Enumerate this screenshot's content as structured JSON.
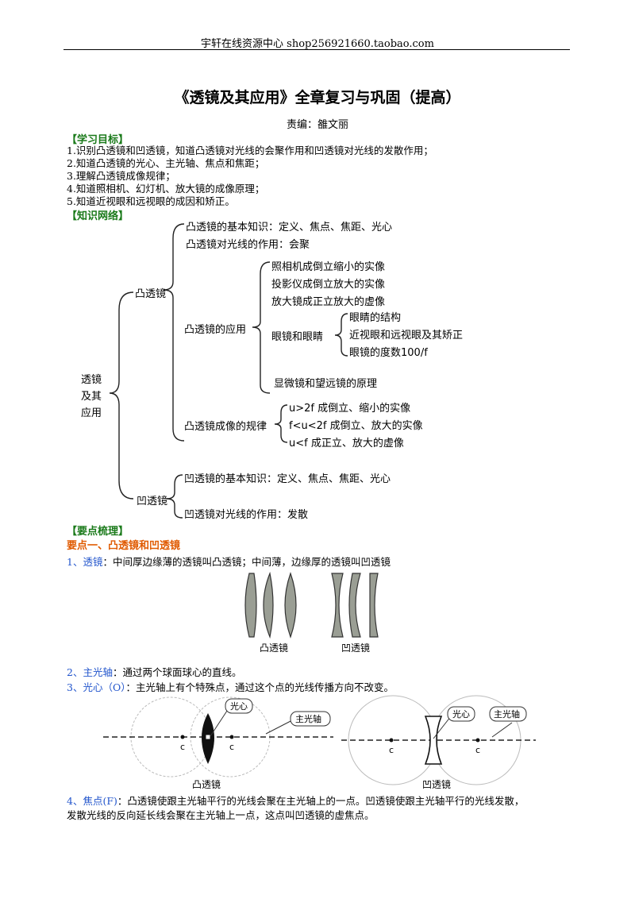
{
  "header": "宇轩在线资源中心   shop256921660.taobao.com",
  "title": "《透镜及其应用》全章复习与巩固（提高）",
  "editor": "责编：雒文丽",
  "goals": {
    "heading": "【学习目标】",
    "items": [
      "1.识别凸透镜和凹透镜，知道凸透镜对光线的会聚作用和凹透镜对光线的发散作用；",
      "2.知道凸透镜的光心、主光轴、焦点和焦距；",
      "3.理解凸透镜成像规律；",
      "4.知道照相机、幻灯机、放大镜的成像原理；",
      "5.知道近视眼和远视眼的成因和矫正。"
    ]
  },
  "network": {
    "heading": "【知识网络】",
    "root": [
      "透镜",
      "及其",
      "应用"
    ],
    "convex": "凸透镜",
    "convex_basic": "凸透镜的基本知识：定义、焦点、焦距、光心",
    "convex_effect": "凸透镜对光线的作用：会聚",
    "convex_app": "凸透镜的应用",
    "app1": "照相机成倒立缩小的实像",
    "app2": "投影仪成倒立放大的实像",
    "app3": "放大镜成正立放大的虚像",
    "eye": "眼镜和眼睛",
    "eye1": "眼睛的结构",
    "eye2": "近视眼和远视眼及其矫正",
    "eye3": "眼镜的度数100/f",
    "microscope": "显微镜和望远镜的原理",
    "rule": "凸透镜成像的规律",
    "rule1": "u>2f   成倒立、缩小的实像",
    "rule2": "f<u<2f   成倒立、放大的实像",
    "rule3": "u<f   成正立、放大的虚像",
    "concave": "凹透镜",
    "concave_basic": "凹透镜的基本知识：定义、焦点、焦距、光心",
    "concave_effect": "凹透镜对光线的作用：发散"
  },
  "points": {
    "heading": "【要点梳理】",
    "sub1": "要点一、凸透镜和凹透镜",
    "p1_label": "1、透镜",
    "p1_text": "：中间厚边缘薄的透镜叫凸透镜；中间薄，边缘厚的透镜叫凹透镜",
    "fig1_convex": "凸透镜",
    "fig1_concave": "凹透镜",
    "p2_label": "2、主光轴",
    "p2_text": "：通过两个球面球心的直线。",
    "p3_label": "3、光心（O）",
    "p3_text": "：主光轴上有个特殊点，通过这个点的光线传播方向不改变。",
    "fig2_optical_center": "光心",
    "fig2_main_axis": "主光轴",
    "fig2_c": "c",
    "fig2_convex": "凸透镜",
    "fig2_concave": "凹透镜",
    "p4_label": "4、焦点(F)",
    "p4_text": "：凸透镜使跟主光轴平行的光线会聚在主光轴上的一点。凹透镜使跟主光轴平行的光线发散，",
    "p4_text2": "发散光线的反向延长线会聚在主光轴上一点，这点叫凹透镜的虚焦点。"
  }
}
